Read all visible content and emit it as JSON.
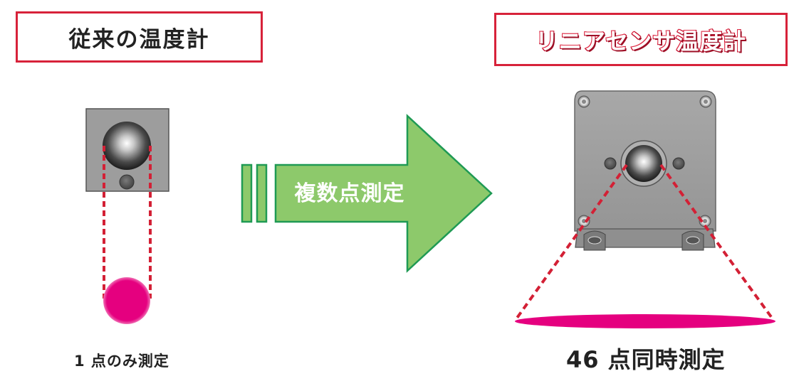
{
  "conventional": {
    "title": "従来の温度計",
    "caption": "1 点のみ測定"
  },
  "arrow": {
    "label": "複数点測定"
  },
  "linear_sensor": {
    "title": "リニアセンサ温度計",
    "caption": "46 点同時測定"
  },
  "colors": {
    "frame_red": "#d7223a",
    "dash_red": "#d32035",
    "spot_magenta": "#e5007f",
    "arrow_green": "#8dc96b",
    "arrow_border": "#1f9a54",
    "body_gray": "#9a9a9a"
  }
}
